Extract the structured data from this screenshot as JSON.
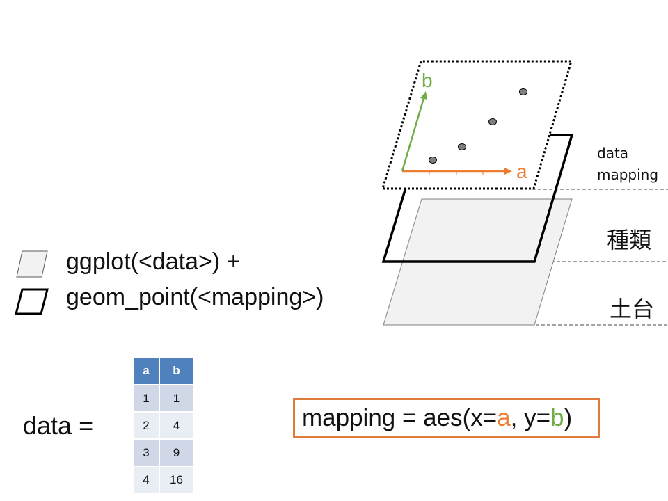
{
  "legend": {
    "ggplot_line": "ggplot(<data>) +",
    "geom_line": "geom_point(<mapping>)"
  },
  "layers": {
    "mapping_label_line1": "data",
    "mapping_label_line2": "mapping",
    "geom_label": "種類",
    "base_label": "土台"
  },
  "plot": {
    "x_axis_label": "a",
    "y_axis_label": "b"
  },
  "data_equals": "data =",
  "table": {
    "headers": [
      "a",
      "b"
    ],
    "rows": [
      [
        "1",
        "1"
      ],
      [
        "2",
        "4"
      ],
      [
        "3",
        "9"
      ],
      [
        "4",
        "16"
      ]
    ]
  },
  "mapping": {
    "prefix": "mapping = aes(x=",
    "x_var": "a",
    "middle": ", y=",
    "y_var": "b",
    "suffix": ")"
  },
  "colors": {
    "x_axis": "#ed7d31",
    "y_axis": "#70ad47",
    "box_border": "#e07b39",
    "table_header": "#4f81bd",
    "base_fill": "#f2f2f2"
  }
}
